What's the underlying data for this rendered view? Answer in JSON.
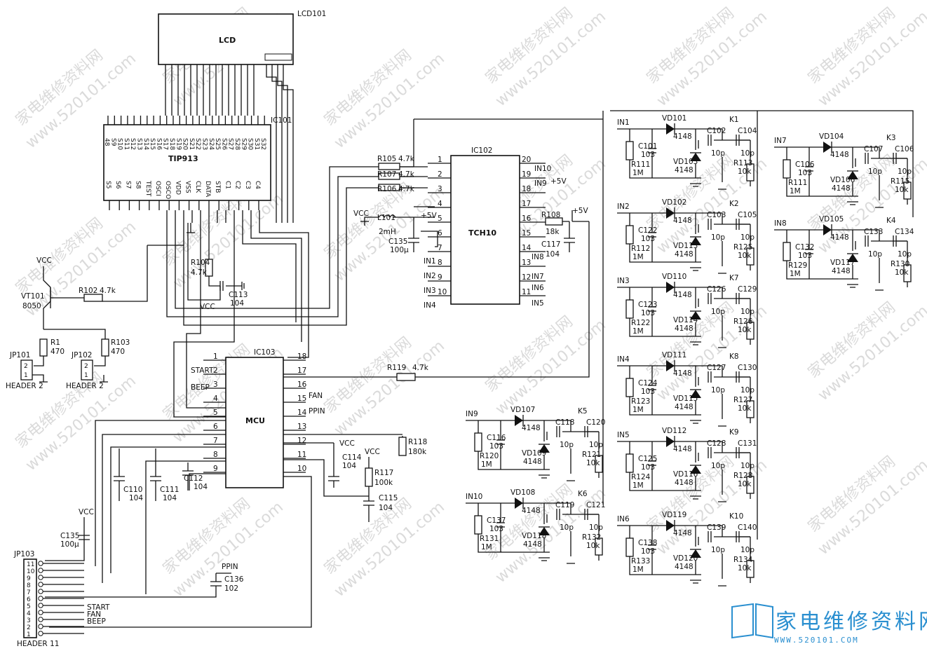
{
  "ics": {
    "lcd_ref": "LCD101",
    "lcd_label": "LCD",
    "driver_ref": "IC101",
    "driver_label": "TIP913",
    "touch_ref": "IC102",
    "touch_label": "TCH10",
    "mcu_ref": "IC103",
    "mcu_label": "MCU"
  },
  "driver_pins": {
    "top": [
      "48",
      "S9",
      "S10",
      "S11",
      "S12",
      "S13",
      "S14",
      "S15",
      "S16",
      "S17",
      "S18",
      "S19",
      "S20",
      "S21",
      "S22",
      "S23",
      "S24",
      "S25",
      "S26",
      "S27",
      "S28",
      "S29",
      "S30",
      "S31",
      "S32"
    ],
    "bottom": [
      "S5",
      "S6",
      "S7",
      "S8",
      "TEST",
      "OSCI",
      "OSCO",
      "VDD",
      "VSS",
      "CLK",
      "DATA",
      "STB",
      "C1",
      "C2",
      "C3",
      "C4"
    ]
  },
  "touch_pins": {
    "left": [
      "1",
      "2",
      "3",
      "4",
      "5",
      "6",
      "7",
      "8",
      "9",
      "10"
    ],
    "right": [
      "20",
      "19",
      "18",
      "17",
      "16",
      "15",
      "14",
      "13",
      "12",
      "11"
    ],
    "net_left": [
      "IN1",
      "IN2",
      "IN3",
      "IN4"
    ],
    "net_right": [
      "IN10",
      "IN9",
      "IN8",
      "IN7",
      "IN6",
      "IN5"
    ],
    "supply": "+5V"
  },
  "mcu_pins": {
    "left": [
      "1",
      "2",
      "3",
      "4",
      "5",
      "6",
      "7",
      "8",
      "9"
    ],
    "right": [
      "18",
      "17",
      "16",
      "15",
      "14",
      "13",
      "12",
      "11",
      "10"
    ],
    "left_nets": [
      "START",
      "BEEP"
    ],
    "right_nets": [
      "FAN",
      "PPIN"
    ]
  },
  "power": {
    "vcc": "VCC",
    "plus5v": "+5V"
  },
  "transistor": {
    "ref": "VT101",
    "value": "8050"
  },
  "headers": {
    "jp101": "JP101",
    "jp102": "JP102",
    "jp103": "JP103",
    "header2": "HEADER 2",
    "header11": "HEADER 11",
    "jp103_pins": [
      "11",
      "10",
      "9",
      "8",
      "7",
      "6",
      "5",
      "4",
      "3",
      "2",
      "1"
    ],
    "jp103_nets": [
      "START",
      "FAN",
      "BEEP"
    ]
  },
  "parts": {
    "R1": "R1",
    "R1_val": "470",
    "R102": "R102",
    "R102_val": "4.7k",
    "R103": "R103",
    "R103_val": "470",
    "R104": "R104",
    "R104_val": "4.7k",
    "R105": "R105",
    "R105_val": "4.7k",
    "R106": "R106",
    "R106_val": "4.7k",
    "R107": "R107",
    "R107_val": "4.7k",
    "R108": "R108",
    "R108_val": "18k",
    "R117": "R117",
    "R117_val": "100k",
    "R118": "R118",
    "R118_val": "180k",
    "R119": "R119",
    "R119_val": "4.7k",
    "L101": "L101",
    "L101_val": "2mH",
    "C110": "C110",
    "C111": "C111",
    "C112": "C112",
    "C113": "C113",
    "C114": "C114",
    "C115": "C115",
    "C117": "C117",
    "C135": "C135",
    "C136": "C136",
    "val104": "104",
    "val100u": "100μ",
    "val102": "102"
  },
  "channels": [
    {
      "input": "IN1",
      "diode": "VD101",
      "res": "R111",
      "rval": "1M",
      "cap": "C101",
      "cval": "103",
      "diode2": "VD103",
      "dval": "4148",
      "key": "K1",
      "c1": "C102",
      "c2": "C104",
      "cpf": "10p",
      "r2": "R113",
      "r2val": "10k"
    },
    {
      "input": "IN2",
      "diode": "VD102",
      "res": "R112",
      "rval": "1M",
      "cap": "C122",
      "cval": "103",
      "diode2": "VD113",
      "dval": "4148",
      "key": "K2",
      "c1": "C103",
      "c2": "C105",
      "cpf": "10p",
      "r2": "R125",
      "r2val": "10k"
    },
    {
      "input": "IN3",
      "diode": "VD110",
      "res": "R122",
      "rval": "1M",
      "cap": "C123",
      "cval": "103",
      "diode2": "VD114",
      "dval": "4148",
      "key": "K7",
      "c1": "C126",
      "c2": "C129",
      "cpf": "10p",
      "r2": "R126",
      "r2val": "10k"
    },
    {
      "input": "IN4",
      "diode": "VD111",
      "res": "R123",
      "rval": "1M",
      "cap": "C124",
      "cval": "103",
      "diode2": "VD115",
      "dval": "4148",
      "key": "K8",
      "c1": "C127",
      "c2": "C130",
      "cpf": "10p",
      "r2": "R127",
      "r2val": "10k"
    },
    {
      "input": "IN5",
      "diode": "VD112",
      "res": "R124",
      "rval": "1M",
      "cap": "C125",
      "cval": "103",
      "diode2": "VD116",
      "dval": "4148",
      "key": "K9",
      "c1": "C128",
      "c2": "C131",
      "cpf": "10p",
      "r2": "R128",
      "r2val": "10k"
    },
    {
      "input": "IN6",
      "diode": "VD119",
      "res": "R133",
      "rval": "1M",
      "cap": "C138",
      "cval": "103",
      "diode2": "VD120",
      "dval": "4148",
      "key": "K10",
      "c1": "C139",
      "c2": "C140",
      "cpf": "10p",
      "r2": "R134",
      "r2val": "10k"
    },
    {
      "input": "IN7",
      "diode": "VD104",
      "res": "R111",
      "rval": "1M",
      "cap": "C106",
      "cval": "103",
      "diode2": "VD106",
      "dval": "4148",
      "key": "K3",
      "c1": "C107",
      "c2": "C106",
      "cpf": "10p",
      "r2": "R115",
      "r2val": "10k"
    },
    {
      "input": "IN8",
      "diode": "VD105",
      "res": "R129",
      "rval": "1M",
      "cap": "C132",
      "cval": "103",
      "diode2": "VD117",
      "dval": "4148",
      "key": "K4",
      "c1": "C133",
      "c2": "C134",
      "cpf": "10p",
      "r2": "R130",
      "r2val": "10k"
    },
    {
      "input": "IN9",
      "diode": "VD107",
      "res": "R120",
      "rval": "1M",
      "cap": "C116",
      "cval": "103",
      "diode2": "VD109",
      "dval": "4148",
      "key": "K5",
      "c1": "C118",
      "c2": "C120",
      "cpf": "10p",
      "r2": "R121",
      "r2val": "10k"
    },
    {
      "input": "IN10",
      "diode": "VD108",
      "res": "R131",
      "rval": "1M",
      "cap": "C137",
      "cval": "103",
      "diode2": "VD118",
      "dval": "4148",
      "key": "K6",
      "c1": "C119",
      "c2": "C121",
      "cpf": "10p",
      "r2": "R132",
      "r2val": "10k"
    }
  ],
  "watermark": {
    "cn": "家电维修资料网",
    "url": "www.520101.com",
    "brand": "家电维修资料网",
    "brand_url": "WWW.520101.COM"
  }
}
